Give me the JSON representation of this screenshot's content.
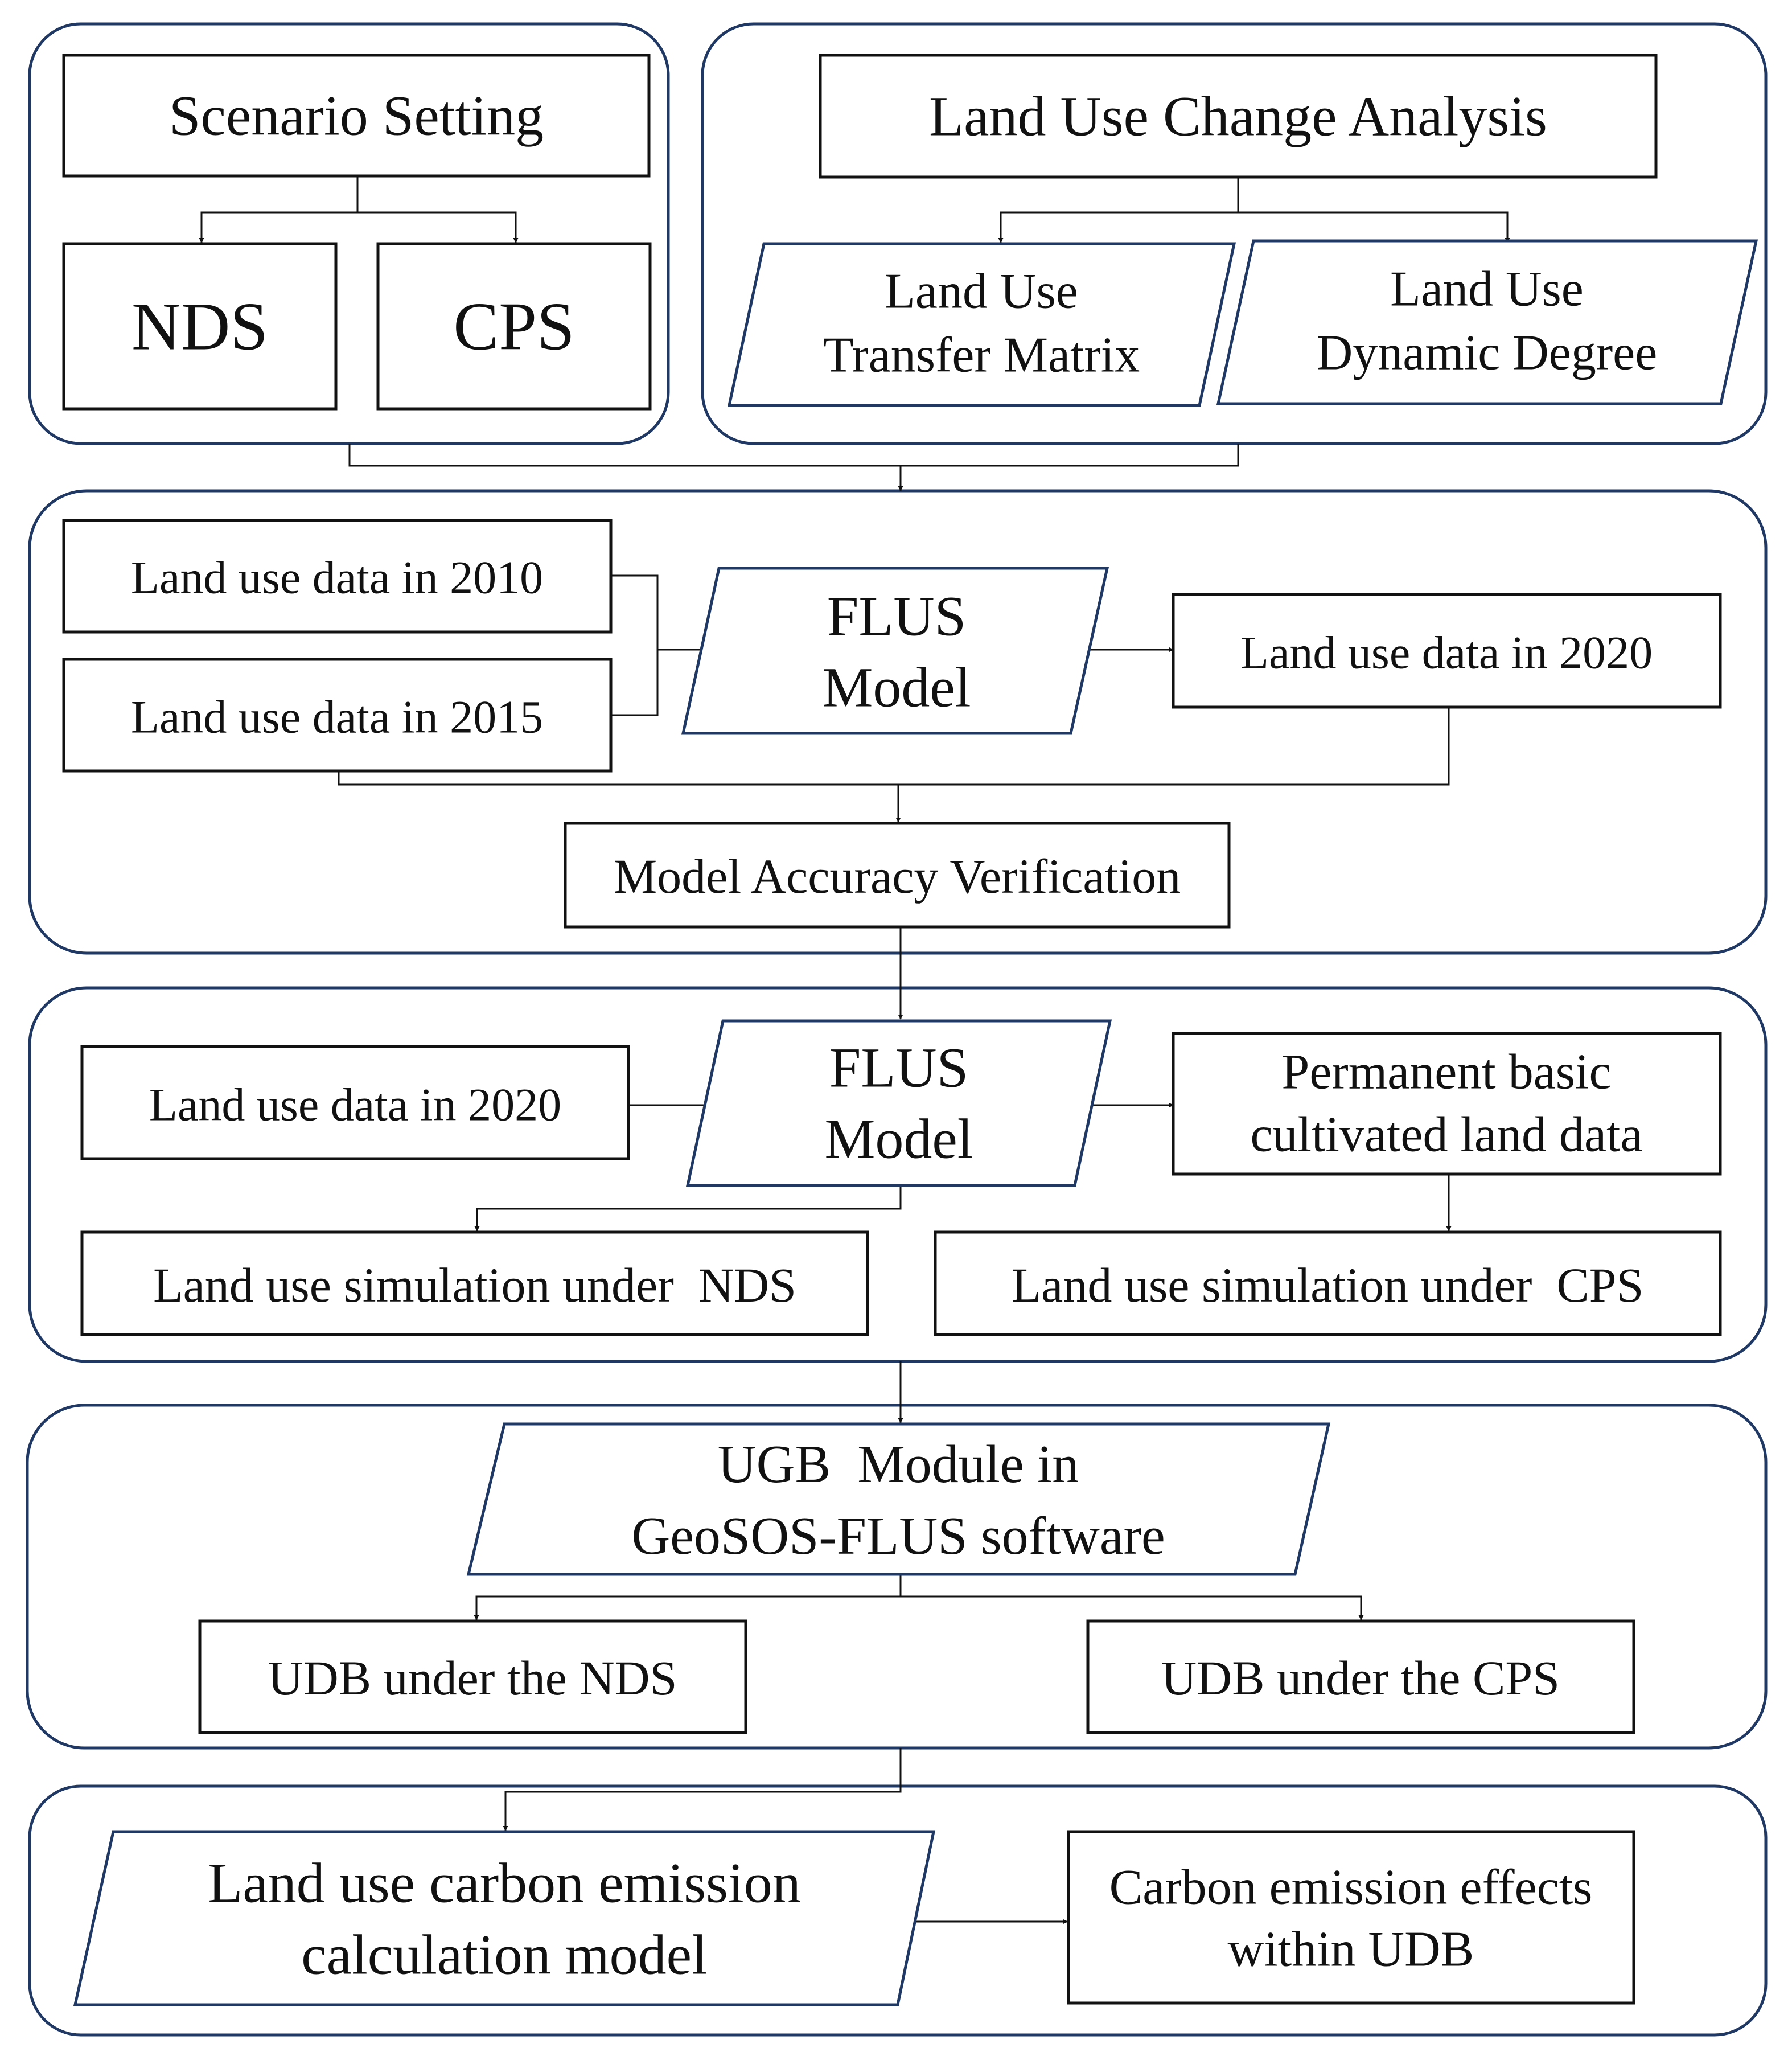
{
  "scenario_setting": {
    "title": "Scenario Setting",
    "nds": "NDS",
    "cps": "CPS"
  },
  "land_use_change": {
    "title": "Land Use Change Analysis",
    "transfer_matrix": [
      "Land Use",
      "Transfer Matrix"
    ],
    "dynamic_degree": [
      "Land Use",
      "Dynamic Degree"
    ]
  },
  "validation": {
    "data_2010": "Land use data in 2010",
    "data_2015": "Land use data in 2015",
    "flus_model": [
      "FLUS",
      "Model"
    ],
    "data_2020": "Land use data in 2020",
    "accuracy": "Model Accuracy Verification"
  },
  "simulation": {
    "data_2020": "Land use data in 2020",
    "flus_model": [
      "FLUS",
      "Model"
    ],
    "permanent_land": [
      "Permanent basic",
      "cultivated land data"
    ],
    "sim_nds": "Land use simulation under  NDS",
    "sim_cps": "Land use simulation under  CPS"
  },
  "ugb": {
    "module": [
      "UGB  Module in",
      "GeoSOS-FLUS software"
    ],
    "udb_nds": "UDB under the NDS",
    "udb_cps": "UDB under the CPS"
  },
  "carbon": {
    "model": [
      "Land use carbon emission",
      "calculation model"
    ],
    "effects": [
      "Carbon emission effects",
      "within UDB"
    ]
  }
}
